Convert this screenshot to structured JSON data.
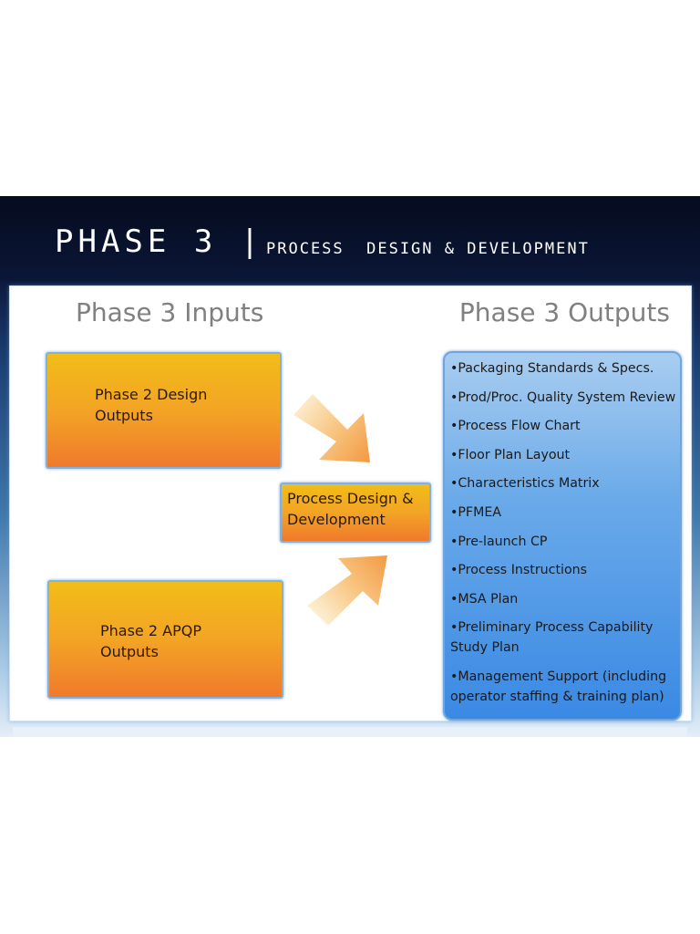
{
  "title": {
    "main": "PHASE 3 |",
    "subtitle": "PROCESS  DESIGN & DEVELOPMENT"
  },
  "inputs_heading": "Phase 3 Inputs",
  "outputs_heading": "Phase 3 Outputs",
  "input_boxes": [
    {
      "lines": [
        "Phase 2 Design",
        "Outputs"
      ]
    },
    {
      "lines": [
        "Phase 2 APQP",
        "Outputs"
      ]
    }
  ],
  "process_box": {
    "lines": [
      "Process Design &",
      "Development"
    ]
  },
  "outputs": [
    "•Packaging Standards & Specs.",
    "•Prod/Proc. Quality System Review",
    "•Process Flow Chart",
    "•Floor Plan Layout",
    "•Characteristics Matrix",
    "•PFMEA",
    "•Pre-launch CP",
    "•Process Instructions",
    "•MSA Plan",
    "•Preliminary Process Capability Study Plan",
    "•Management Support (including operator staffing & training plan)"
  ],
  "colors": {
    "title_bar": "#0b1737",
    "box_orange_top": "#f2bd18",
    "box_orange_bottom": "#ef7a2c",
    "outputs_blue": "#3a89e4",
    "arrow": "#f39a44",
    "heading_gray": "#808080"
  }
}
